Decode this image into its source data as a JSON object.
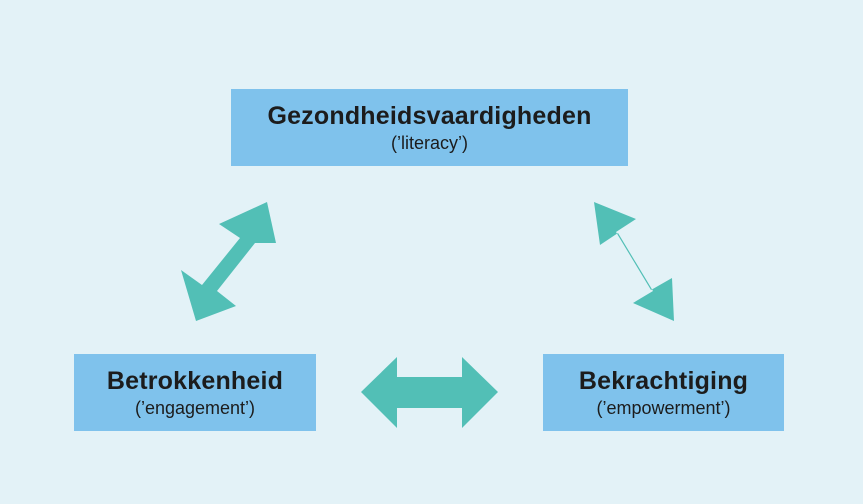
{
  "diagram": {
    "background_color": "#e3f2f7",
    "box_color": "#7fc2ec",
    "arrow_color": "#52bfb6",
    "boxes": {
      "top": {
        "title": "Gezondheidsvaardigheden",
        "subtitle": "(’literacy’)"
      },
      "left": {
        "title": "Betrokkenheid",
        "subtitle": "(’engagement’)"
      },
      "right": {
        "title": "Bekrachtiging",
        "subtitle": "(’empowerment’)"
      }
    },
    "arrows": [
      {
        "from": "top",
        "to": "left",
        "type": "double-headed"
      },
      {
        "from": "top",
        "to": "right",
        "type": "double-headed"
      },
      {
        "from": "left",
        "to": "right",
        "type": "double-headed"
      }
    ]
  }
}
